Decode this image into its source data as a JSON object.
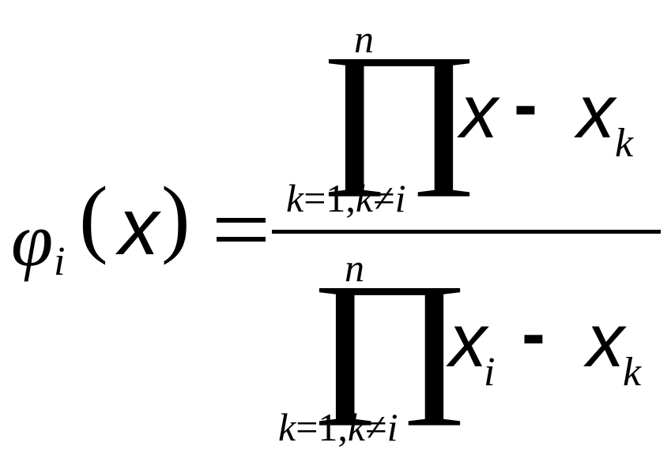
{
  "formula": {
    "lhs": {
      "symbol": "φ",
      "subscript": "i",
      "open_paren": "(",
      "variable": "x",
      "close_paren": ")"
    },
    "equals": "=",
    "numerator": {
      "operator": "∏",
      "upper_limit": "n",
      "lower_limit": {
        "index": "k",
        "eq": "=",
        "start": "1",
        "comma": ",",
        "index2": "k",
        "neq": "≠",
        "excluded": "i"
      },
      "term": {
        "left": "x",
        "minus": "-",
        "right": "x",
        "right_subscript": "k"
      }
    },
    "denominator": {
      "operator": "∏",
      "upper_limit": "n",
      "lower_limit": {
        "index": "k",
        "eq": "=",
        "start": "1",
        "comma": ",",
        "index2": "k",
        "neq": "≠",
        "excluded": "i"
      },
      "term": {
        "left": "x",
        "left_subscript": "i",
        "minus": "-",
        "right": "x",
        "right_subscript": "k"
      }
    },
    "colors": {
      "ink": "#000000",
      "background": "#ffffff"
    }
  }
}
